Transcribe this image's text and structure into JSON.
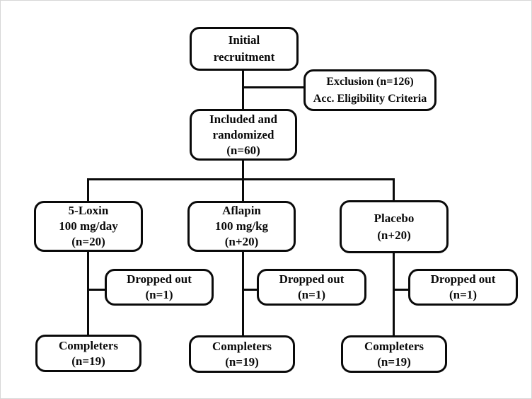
{
  "figure": {
    "type": "trial-flow-diagram",
    "colors": {
      "line": "#0a0a0a",
      "box_border": "#0a0a0a",
      "box_fill": "#ffffff",
      "text": "#0a0a0a",
      "page_bg": "#ffffff"
    },
    "boxes": {
      "initial": {
        "line1": "Initial",
        "line2": "recruitment"
      },
      "exclusion": {
        "line1": "Exclusion (n=126)",
        "line2": "Acc. Eligibility Criteria"
      },
      "randomized": {
        "line1": "Included and",
        "line2": "randomized",
        "line3": "(n=60)"
      },
      "arm_5loxin": {
        "line1": "5-Loxin",
        "line2": "100 mg/day",
        "line3": "(n=20)"
      },
      "arm_aflapin": {
        "line1": "Aflapin",
        "line2": "100 mg/kg",
        "line3": "(n+20)"
      },
      "arm_placebo": {
        "line1": "Placebo",
        "line2": "(n+20)"
      },
      "dropped_5loxin": {
        "line1": "Dropped out",
        "line2": "(n=1)"
      },
      "dropped_aflapin": {
        "line1": "Dropped out",
        "line2": "(n=1)"
      },
      "dropped_placebo": {
        "line1": "Dropped out",
        "line2": "(n=1)"
      },
      "completers_5loxin": {
        "line1": "Completers",
        "line2": "(n=19)"
      },
      "completers_aflapin": {
        "line1": "Completers",
        "line2": "(n=19)"
      },
      "completers_placebo": {
        "line1": "Completers",
        "line2": "(n=19)"
      }
    }
  }
}
